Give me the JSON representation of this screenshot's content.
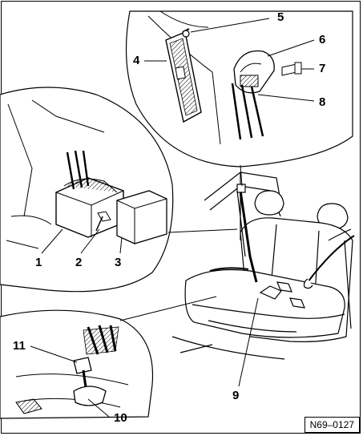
{
  "diagram": {
    "reference_code": "N69–0127",
    "callouts": {
      "c1": "1",
      "c2": "2",
      "c3": "3",
      "c4": "4",
      "c5": "5",
      "c6": "6",
      "c7": "7",
      "c8": "8",
      "c9": "9",
      "c10": "10",
      "c11": "11"
    },
    "colors": {
      "ink": "#000000",
      "paper": "#ffffff",
      "shade": "#bdbdbd",
      "dark": "#555555"
    }
  }
}
